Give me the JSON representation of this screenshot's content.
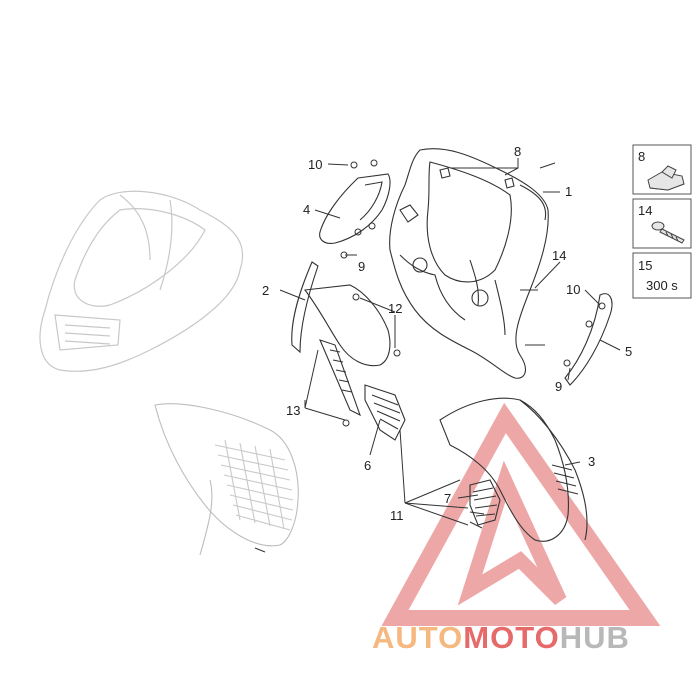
{
  "callouts": {
    "c1": "1",
    "c2": "2",
    "c3": "3",
    "c4": "4",
    "c5": "5",
    "c6": "6",
    "c7": "7",
    "c8": "8",
    "c9a": "9",
    "c9b": "9",
    "c10a": "10",
    "c10b": "10",
    "c11": "11",
    "c12": "12",
    "c13": "13",
    "c14": "14"
  },
  "legend": {
    "item1_num": "8",
    "item2_num": "14",
    "item3_num": "15",
    "item3_value": "300 s"
  },
  "watermark": {
    "part1": "AUTO",
    "part2": "MOTO",
    "part3": "HUB",
    "color_part1": "#f5b880",
    "color_part2": "#e66a6a",
    "color_part3": "#b8b8b8"
  }
}
